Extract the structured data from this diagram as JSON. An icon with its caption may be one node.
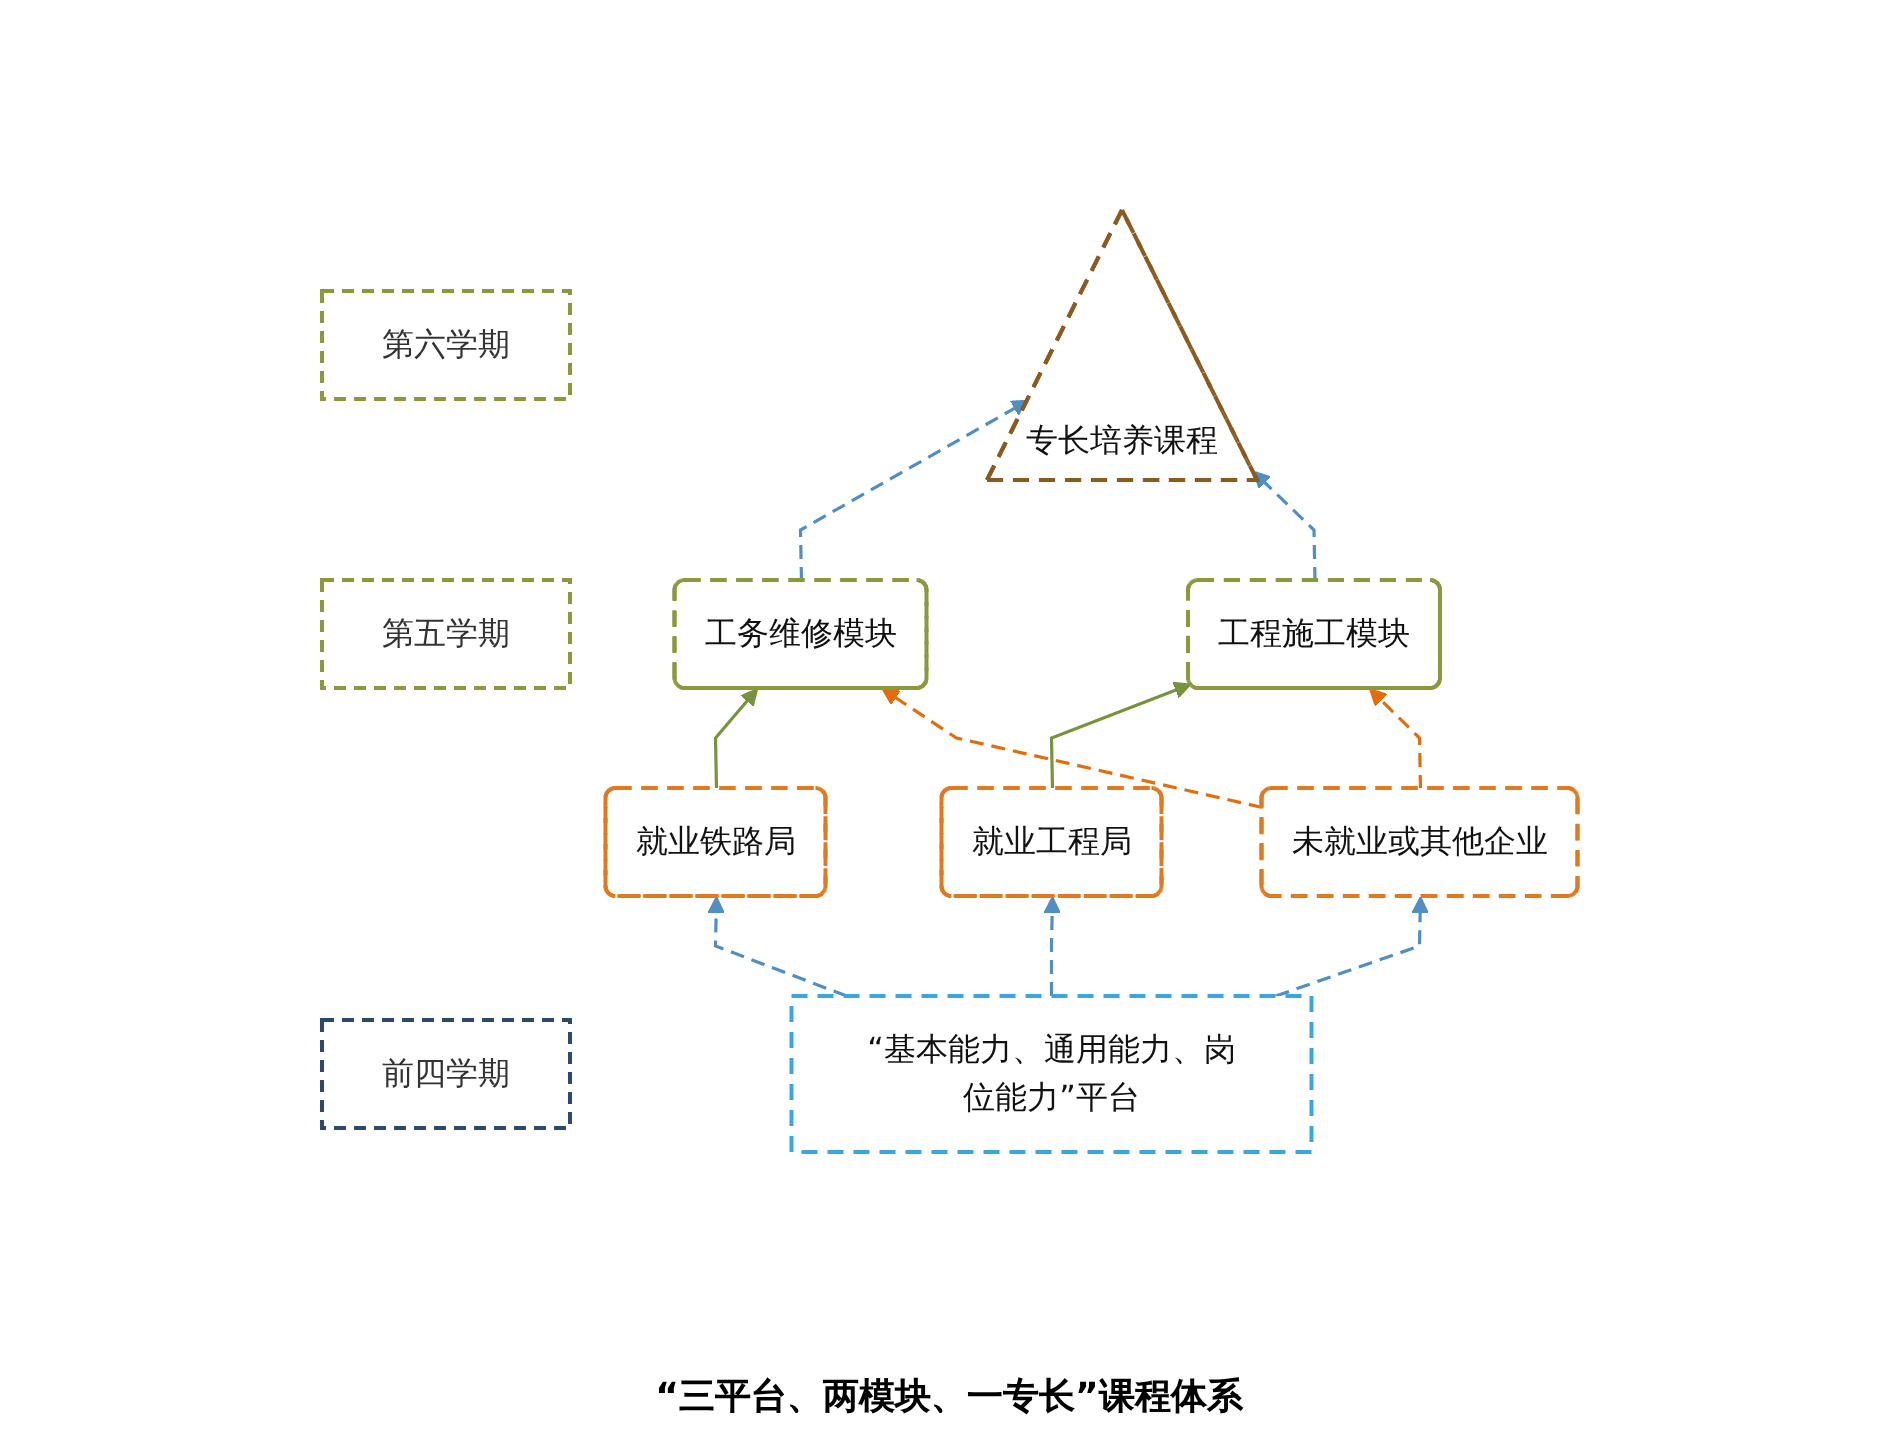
{
  "diagram": {
    "caption": "“三平台、两模块、一专长”课程体系",
    "nodes": [
      {
        "text": [
          "第六学期"
        ]
      },
      {
        "text": [
          "专长培养课程"
        ]
      },
      {
        "text": [
          "第五学期"
        ]
      },
      {
        "text": [
          "工务维修模块"
        ]
      },
      {
        "text": [
          "工程施工模块"
        ]
      },
      {
        "text": [
          "就业铁路局"
        ]
      },
      {
        "text": [
          "就业工程局"
        ]
      },
      {
        "text": [
          "未就业或其他企业"
        ]
      },
      {
        "text": [
          "前四学期"
        ]
      },
      {
        "text": [
          "“基本能力、通用能力、岗位能力”平台"
        ]
      }
    ],
    "edges": [
      {
        "from": 3,
        "to": 1,
        "arrow": "to",
        "style": "dashed"
      },
      {
        "from": 4,
        "to": 1,
        "arrow": "to",
        "style": "dashed"
      },
      {
        "from": 5,
        "to": 3,
        "arrow": "to",
        "color": "#77933c"
      },
      {
        "from": 6,
        "to": 4,
        "arrow": "to",
        "color": "#77933c"
      },
      {
        "from": 7,
        "to": 3,
        "arrow": "to",
        "style": "dashed",
        "color": "#e46c0a"
      },
      {
        "from": 7,
        "to": 4,
        "arrow": "to",
        "style": "dashed",
        "color": "#e46c0a"
      },
      {
        "from": 9,
        "to": 5,
        "arrow": "to",
        "style": "dashed"
      },
      {
        "from": 9,
        "to": 6,
        "arrow": "to",
        "style": "dashed"
      },
      {
        "from": 9,
        "to": 7,
        "arrow": "to",
        "style": "dashed"
      }
    ]
  }
}
